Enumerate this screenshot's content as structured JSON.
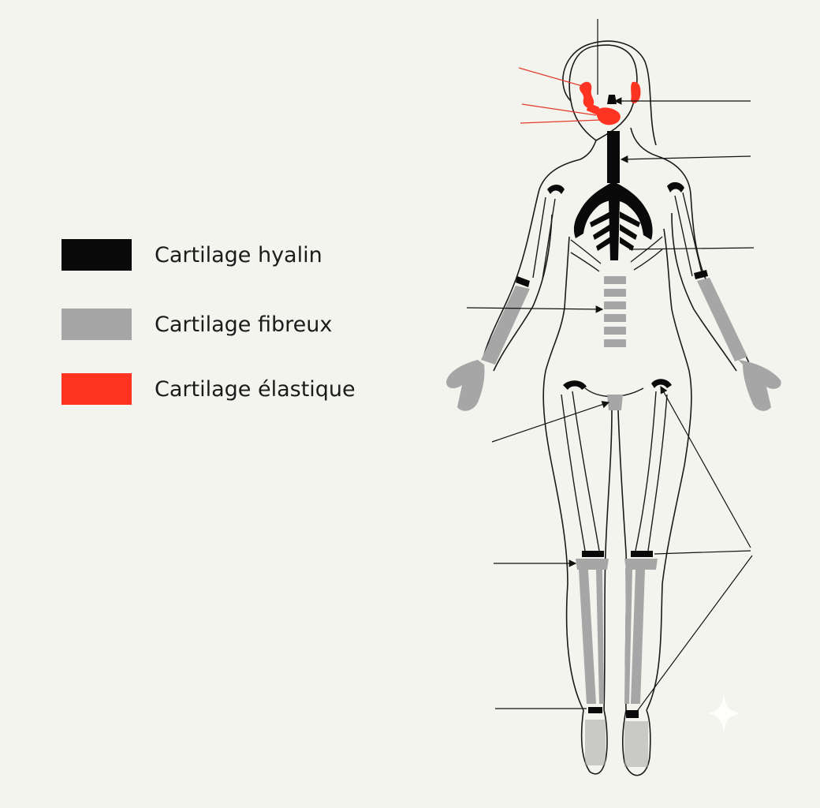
{
  "legend": {
    "items": [
      {
        "label": "Cartilage hyalin",
        "color": "#0a0a0a"
      },
      {
        "label": "Cartilage fibreux",
        "color": "#a6a6a6"
      },
      {
        "label": "Cartilage élastique",
        "color": "#ff3322"
      }
    ]
  },
  "colors": {
    "background": "#f4f4ef",
    "outline": "#1a1a1a",
    "hyaline": "#0a0a0a",
    "fibrous": "#a6a6a6",
    "elastic": "#ff3322"
  },
  "icons": [
    "sparkle-icon"
  ]
}
